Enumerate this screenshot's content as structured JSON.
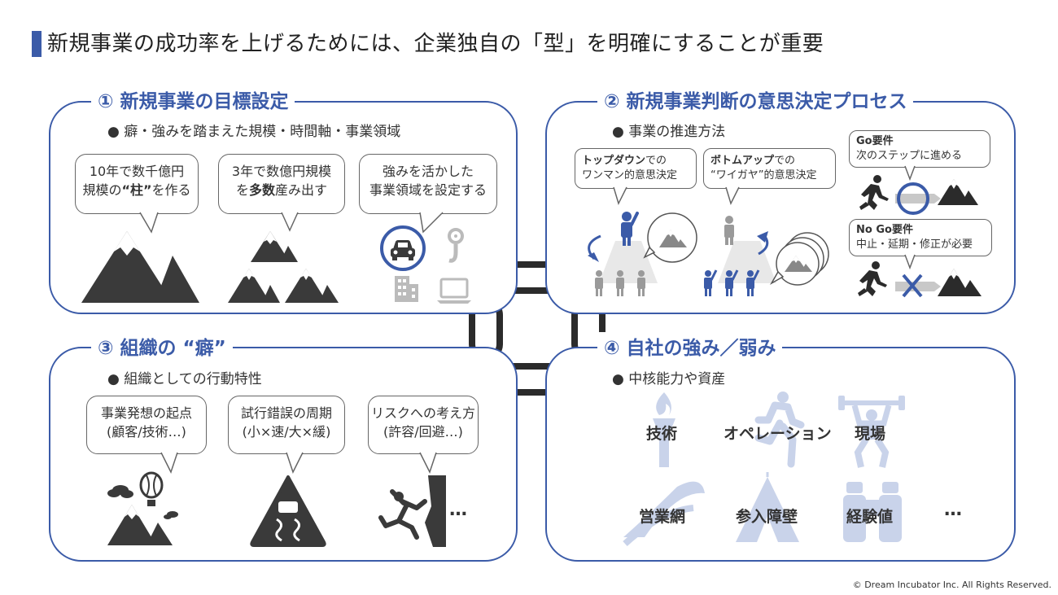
{
  "title": "新規事業の成功率を上げるためには、企業独自の「型」を明確にすることが重要",
  "panel1": {
    "title": "① 新規事業の目標設定",
    "bullet": "● 癖・強みを踏まえた規模・時間軸・事業領域",
    "b1": {
      "l1": "10年で数千億円",
      "l2a": "規模の",
      "l2b": "“柱”",
      "l2c": "を作る"
    },
    "b2": {
      "l1": "3年で数億円規模",
      "l2a": "を",
      "l2b": "多数",
      "l2c": "産み出す"
    },
    "b3": {
      "l1": "強みを活かした",
      "l2": "事業領域を設定する"
    }
  },
  "panel2": {
    "title": "② 新規事業判断の意思決定プロセス",
    "bullet": "● 事業の推進方法",
    "top": {
      "b": "トップダウン",
      "r": "での",
      "l2": "ワンマン的意思決定"
    },
    "bottom": {
      "b": "ボトムアップ",
      "r": "での",
      "l2": "“ワイガヤ”的意思決定"
    },
    "go": {
      "l1": "Go要件",
      "l2": "次のステップに進める"
    },
    "nogo": {
      "l1": "No Go要件",
      "l2": "中止・延期・修正が必要"
    }
  },
  "panel3": {
    "title": "③ 組織の “癖”",
    "bullet": "● 組織としての行動特性",
    "b1": {
      "l1": "事業発想の起点",
      "l2": "(顧客/技術…)"
    },
    "b2": {
      "l1": "試行錯誤の周期",
      "l2": "(小×速/大×緩)"
    },
    "b3": {
      "l1": "リスクへの考え方",
      "l2": "(許容/回避…)"
    },
    "ellipsis": "…"
  },
  "panel4": {
    "title": "④ 自社の強み／弱み",
    "bullet": "● 中核能力や資産",
    "assets": [
      "技術",
      "オペレーション",
      "現場",
      "営業網",
      "参入障壁",
      "経験値"
    ],
    "ellipsis": "…"
  },
  "copyright": "© Dream Incubator Inc. All Rights Reserved.",
  "colors": {
    "accent": "#3b5ba8",
    "dark": "#3a3a3a",
    "gray": "#bbbbbb",
    "light_blue": "#c9d3ea"
  }
}
